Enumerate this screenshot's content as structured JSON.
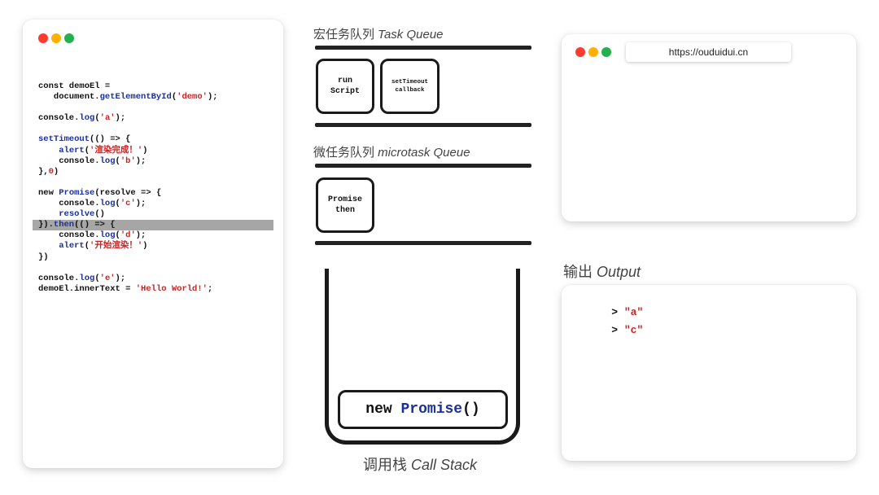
{
  "colors": {
    "dot_red": "#ff3b30",
    "dot_yellow": "#ffb000",
    "dot_green": "#22b14c",
    "keyword_blue": "#1a2fa0",
    "string_red": "#cc2222",
    "highlight_gray": "#a6a6a6"
  },
  "code": {
    "lines": [
      {
        "segments": [
          {
            "t": "const demoEl ="
          }
        ]
      },
      {
        "segments": [
          {
            "t": "   document."
          },
          {
            "t": "getElementById",
            "c": "blue"
          },
          {
            "t": "("
          },
          {
            "t": "'demo'",
            "c": "red"
          },
          {
            "t": ");"
          }
        ]
      },
      {
        "segments": [
          {
            "t": ""
          }
        ]
      },
      {
        "segments": [
          {
            "t": "console."
          },
          {
            "t": "log",
            "c": "blue"
          },
          {
            "t": "("
          },
          {
            "t": "'a'",
            "c": "red"
          },
          {
            "t": ");"
          }
        ]
      },
      {
        "segments": [
          {
            "t": ""
          }
        ]
      },
      {
        "segments": [
          {
            "t": "setTimeout",
            "c": "blue"
          },
          {
            "t": "(() => {"
          }
        ]
      },
      {
        "segments": [
          {
            "t": "    "
          },
          {
            "t": "alert",
            "c": "blue"
          },
          {
            "t": "("
          },
          {
            "t": "'渲染完成！'",
            "c": "red"
          },
          {
            "t": ")"
          }
        ]
      },
      {
        "segments": [
          {
            "t": "    console."
          },
          {
            "t": "log",
            "c": "blue"
          },
          {
            "t": "("
          },
          {
            "t": "'b'",
            "c": "red"
          },
          {
            "t": ");"
          }
        ]
      },
      {
        "segments": [
          {
            "t": "},"
          },
          {
            "t": "0",
            "c": "red"
          },
          {
            "t": ")"
          }
        ]
      },
      {
        "segments": [
          {
            "t": ""
          }
        ]
      },
      {
        "segments": [
          {
            "t": "new "
          },
          {
            "t": "Promise",
            "c": "blue"
          },
          {
            "t": "(resolve => {"
          }
        ]
      },
      {
        "segments": [
          {
            "t": "    console."
          },
          {
            "t": "log",
            "c": "blue"
          },
          {
            "t": "("
          },
          {
            "t": "'c'",
            "c": "red"
          },
          {
            "t": ");"
          }
        ]
      },
      {
        "segments": [
          {
            "t": "    "
          },
          {
            "t": "resolve",
            "c": "blue"
          },
          {
            "t": "()"
          }
        ]
      },
      {
        "highlight": true,
        "segments": [
          {
            "t": "})."
          },
          {
            "t": "then",
            "c": "blue"
          },
          {
            "t": "(() => {"
          }
        ]
      },
      {
        "segments": [
          {
            "t": "    console."
          },
          {
            "t": "log",
            "c": "blue"
          },
          {
            "t": "("
          },
          {
            "t": "'d'",
            "c": "red"
          },
          {
            "t": ");"
          }
        ]
      },
      {
        "segments": [
          {
            "t": "    "
          },
          {
            "t": "alert",
            "c": "blue"
          },
          {
            "t": "("
          },
          {
            "t": "'开始渲染！'",
            "c": "red"
          },
          {
            "t": ")"
          }
        ]
      },
      {
        "segments": [
          {
            "t": "})"
          }
        ]
      },
      {
        "segments": [
          {
            "t": ""
          }
        ]
      },
      {
        "segments": [
          {
            "t": "console."
          },
          {
            "t": "log",
            "c": "blue"
          },
          {
            "t": "("
          },
          {
            "t": "'e'",
            "c": "red"
          },
          {
            "t": ");"
          }
        ]
      },
      {
        "segments": [
          {
            "t": "demoEl.innerText = "
          },
          {
            "t": "'Hello World!'",
            "c": "red"
          },
          {
            "t": ";"
          }
        ]
      }
    ]
  },
  "task_queue": {
    "title_cn": "宏任务队列 ",
    "title_en": "Task Queue",
    "items": [
      "run\nScript",
      "setTimeout\ncallback"
    ]
  },
  "microtask_queue": {
    "title_cn": "微任务队列 ",
    "title_en": "microtask Queue",
    "items": [
      "Promise\nthen"
    ]
  },
  "call_stack": {
    "title_cn": "调用栈 ",
    "title_en": "Call Stack",
    "frame_prefix": "new ",
    "frame_name": "Promise",
    "frame_suffix": "()"
  },
  "browser": {
    "url": "https://ouduidui.cn"
  },
  "output": {
    "title_cn": "输出 ",
    "title_en": "Output",
    "prompt": ">",
    "lines": [
      "\"a\"",
      "\"c\""
    ]
  }
}
